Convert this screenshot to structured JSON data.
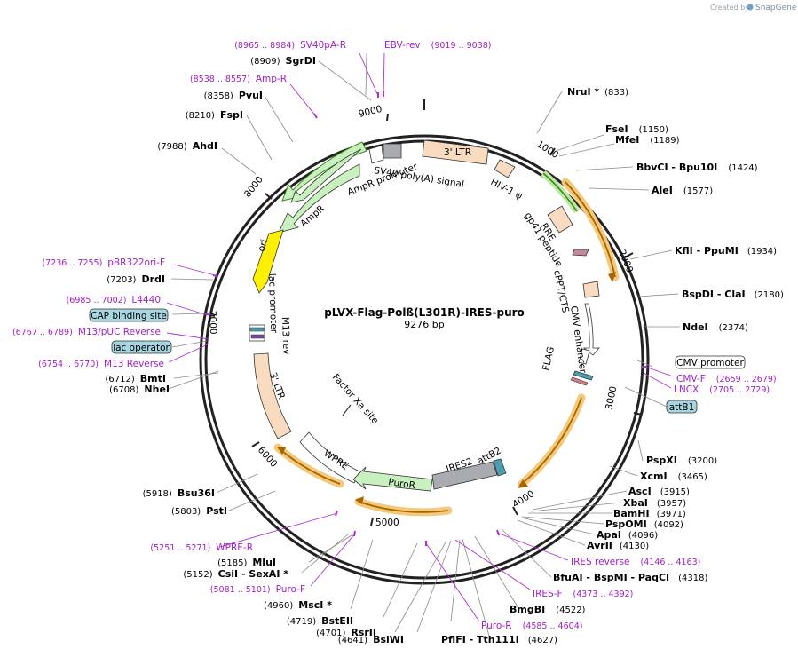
{
  "credit": {
    "created_by": "Created by",
    "app": "SnapGene"
  },
  "map": {
    "name": "pLVX-Flag-Polß(L301R)-IRES-puro",
    "length": "9276 bp"
  },
  "ticks": [
    "1000",
    "2000",
    "3000",
    "4000",
    "5000",
    "6000",
    "7000",
    "8000",
    "9000"
  ],
  "enzymes": [
    {
      "name": "NruI *",
      "pos": "(833)"
    },
    {
      "name": "FseI",
      "pos": "(1150)"
    },
    {
      "name": "MfeI",
      "pos": "(1189)"
    },
    {
      "name": "BbvCI  - Bpu10I",
      "pos": "(1424)"
    },
    {
      "name": "AleI",
      "pos": "(1577)"
    },
    {
      "name": "KflI  - PpuMI",
      "pos": "(1934)"
    },
    {
      "name": "BspDI  - ClaI",
      "pos": "(2180)"
    },
    {
      "name": "NdeI",
      "pos": "(2374)"
    },
    {
      "name": "PspXI",
      "pos": "(3200)"
    },
    {
      "name": "XcmI",
      "pos": "(3465)"
    },
    {
      "name": "AscI",
      "pos": "(3915)"
    },
    {
      "name": "XbaI",
      "pos": "(3957)"
    },
    {
      "name": "BamHI",
      "pos": "(3971)"
    },
    {
      "name": "PspOMI",
      "pos": "(4092)"
    },
    {
      "name": "ApaI",
      "pos": "(4096)"
    },
    {
      "name": "AvrII",
      "pos": "(4130)"
    },
    {
      "name": "BfuAI  - BspMI  - PaqCI",
      "pos": "(4318)"
    },
    {
      "name": "BmgBI",
      "pos": "(4522)"
    },
    {
      "name": "PflFI  - Tth111I",
      "pos": "(4627)"
    },
    {
      "name": "BsiWI",
      "pos": "(4641)"
    },
    {
      "name": "RsrII",
      "pos": "(4701)"
    },
    {
      "name": "BstEII",
      "pos": "(4719)"
    },
    {
      "name": "MscI *",
      "pos": "(4960)"
    },
    {
      "name": "CsiI  - SexAI *",
      "pos": "(5152)"
    },
    {
      "name": "MluI",
      "pos": "(5185)"
    },
    {
      "name": "PstI",
      "pos": "(5803)"
    },
    {
      "name": "Bsu36I",
      "pos": "(5918)"
    },
    {
      "name": "NheI",
      "pos": "(6708)"
    },
    {
      "name": "BmtI",
      "pos": "(6712)"
    },
    {
      "name": "DrdI",
      "pos": "(7203)"
    },
    {
      "name": "AhdI",
      "pos": "(7988)"
    },
    {
      "name": "FspI",
      "pos": "(8210)"
    },
    {
      "name": "PvuI",
      "pos": "(8358)"
    },
    {
      "name": "SgrDI",
      "pos": "(8909)"
    }
  ],
  "primers": [
    {
      "name": "SV40pA-R",
      "range": "(8965 .. 8984)"
    },
    {
      "name": "EBV-rev",
      "range": "(9019 .. 9038)"
    },
    {
      "name": "Amp-R",
      "range": "(8538 .. 8557)"
    },
    {
      "name": "pBR322ori-F",
      "range": "(7236 .. 7255)"
    },
    {
      "name": "L4440",
      "range": "(6985 .. 7002)"
    },
    {
      "name": "M13/pUC Reverse",
      "range": "(6767 .. 6789)"
    },
    {
      "name": "M13 Reverse",
      "range": "(6754 .. 6770)"
    },
    {
      "name": "CMV-F",
      "range": "(2659 .. 2679)"
    },
    {
      "name": "LNCX",
      "range": "(2705 .. 2729)"
    },
    {
      "name": "IRES reverse",
      "range": "(4146 .. 4163)"
    },
    {
      "name": "IRES-F",
      "range": "(4373 .. 4392)"
    },
    {
      "name": "Puro-R",
      "range": "(4585 .. 4604)"
    },
    {
      "name": "Puro-F",
      "range": "(5081 .. 5101)"
    },
    {
      "name": "WPRE-R",
      "range": "(5251 .. 5271)"
    }
  ],
  "boxed": [
    "CAP binding site",
    "lac operator",
    "CMV promoter",
    "attB1"
  ],
  "features": {
    "ltr3_top": "3' LTR",
    "sv40": "SV40 poly(A) signal",
    "hiv": "HIV-1 ψ",
    "rre": "RRE",
    "gp41": "gp41 peptide",
    "cppt": "cPPT/CTS",
    "cmv_enh": "CMV enhancer",
    "flag": "FLAG",
    "ampr_prom": "AmpR promoter",
    "ampr": "AmpR",
    "ori": "ori",
    "lac_prom": "lac promoter",
    "m13rev": "M13 rev",
    "ltr3_left": "3' LTR",
    "factor_xa": "Factor Xa site",
    "wpre": "WPRE",
    "puro": "PuroR",
    "ires": "IRES2",
    "attb2": "attB2"
  }
}
